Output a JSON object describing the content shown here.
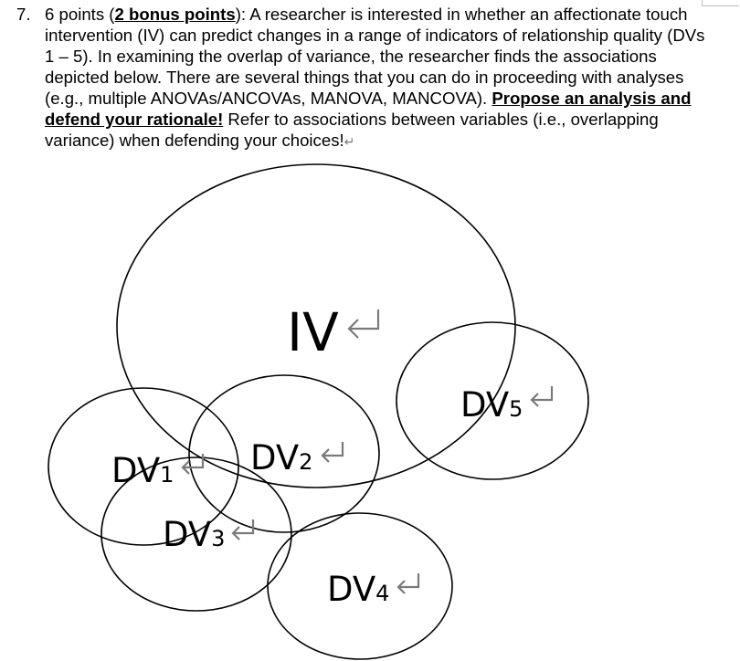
{
  "question": {
    "number": "7.",
    "points": "6 points (",
    "bonus": "2 bonus points",
    "after_bonus": "): A researcher is interested in whether an affectionate touch intervention (IV) can predict changes in a range of indicators of relationship quality (DVs 1 – 5). In examining the overlap of variance, the researcher finds the associations depicted below. There are several things that you can do in proceeding with analyses (e.g., multiple ANOVAs/ANCOVAs, MANOVA, MANCOVA). ",
    "prompt_bold": "Propose an analysis and defend your rationale!",
    "after_prompt": " Refer to associations between variables (i.e., overlapping variance) when defending your choices!",
    "paragraph_mark": "↵"
  },
  "diagram": {
    "iv_label": "IV",
    "dv_labels": [
      {
        "main": "DV",
        "sub": "1"
      },
      {
        "main": "DV",
        "sub": "2"
      },
      {
        "main": "DV",
        "sub": "3"
      },
      {
        "main": "DV",
        "sub": "4"
      },
      {
        "main": "DV",
        "sub": "5"
      }
    ],
    "mark_color": "#7a7a7a"
  }
}
